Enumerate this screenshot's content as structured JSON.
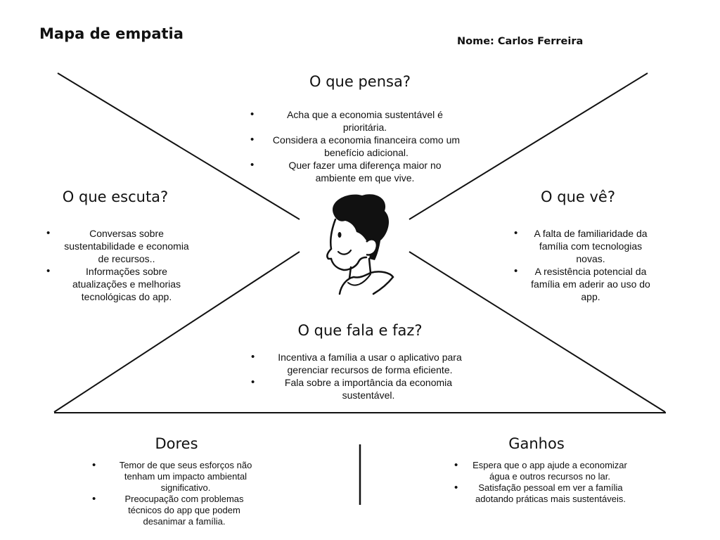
{
  "page": {
    "title": "Mapa de empatia",
    "name_label": "Nome: Carlos Ferreira"
  },
  "sections": {
    "thinks": {
      "heading": "O que pensa?",
      "items": [
        "Acha que a economia sustentável é prioritária.",
        "Considera a economia financeira como um benefício adicional.",
        "Quer fazer uma diferença maior no ambiente em que vive."
      ]
    },
    "hears": {
      "heading": "O que escuta?",
      "items": [
        "Conversas sobre sustentabilidade e economia de recursos..",
        "Informações sobre atualizações e melhorias tecnológicas do app."
      ]
    },
    "sees": {
      "heading": "O que vê?",
      "items": [
        "A falta de familiaridade da família com tecnologias novas.",
        "A resistência potencial da família em aderir ao uso do app."
      ]
    },
    "says_does": {
      "heading": "O que fala e faz?",
      "items": [
        "Incentiva a família a usar o aplicativo para gerenciar recursos de forma eficiente.",
        "Fala sobre a importância da economia sustentável."
      ]
    },
    "pains": {
      "heading": "Dores",
      "items": [
        "Temor de que seus esforços não tenham um impacto ambiental significativo.",
        "Preocupação com problemas técnicos do app que podem desanimar a família."
      ]
    },
    "gains": {
      "heading": "Ganhos",
      "items": [
        "Espera que o app ajude a economizar água e outros recursos no lar.",
        "Satisfação pessoal em ver a família adotando práticas mais sustentáveis."
      ]
    }
  },
  "icons": {
    "avatar": "person-avatar-icon"
  },
  "colors": {
    "ink": "#111111",
    "background": "#ffffff"
  }
}
